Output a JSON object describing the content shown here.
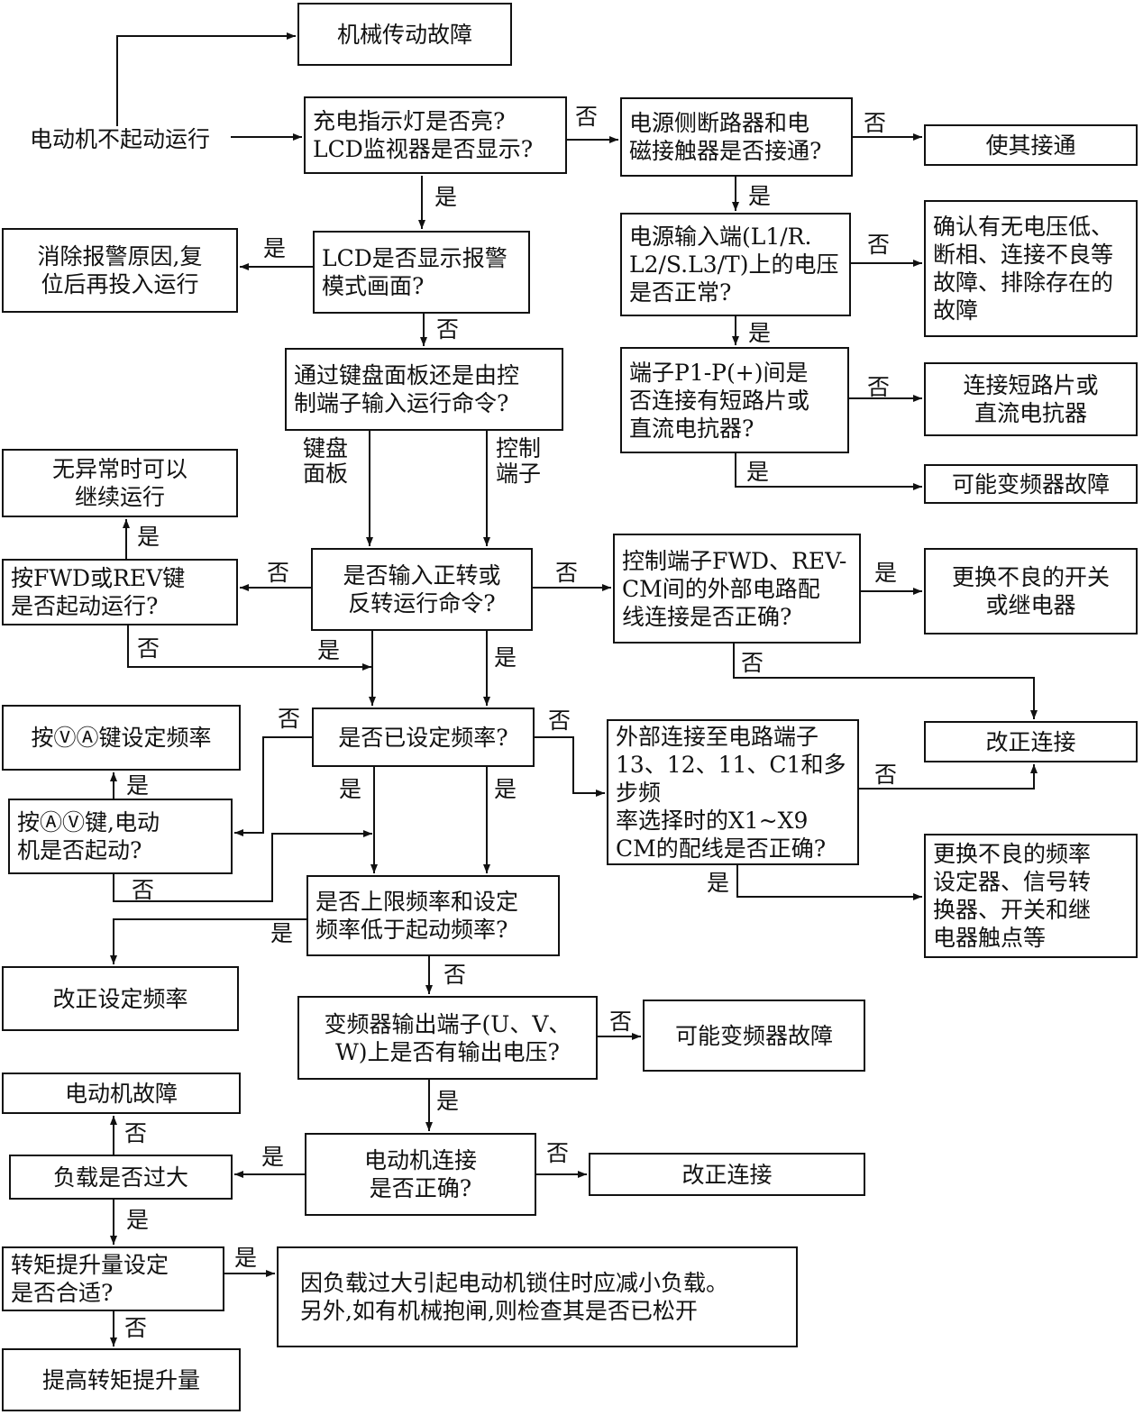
{
  "nodes": {
    "mech_fault": "机械传动故障",
    "start": "电动机不起动运行",
    "q_charge": "充电指示灯是否亮?\nLCD监视器是否显示?",
    "q_breaker": "电源侧断路器和电\n磁接触器是否接通?",
    "make_connect": "使其接通",
    "q_voltage": "电源输入端(L1/R.\nL2/S.L3/T)上的电压\n是否正常?",
    "confirm_voltage": "确认有无电压低、\n断相、连接不良等\n故障、排除存在的\n故障",
    "q_p1": "端子P1-P(+)间是\n否连接有短路片或\n直流电抗器?",
    "connect_short": "连接短路片或\n直流电抗器",
    "inverter_fault1": "可能变频器故障",
    "q_alarm": "LCD是否显示报警\n模式画面?",
    "clear_alarm": "消除报警原因,复\n位后再投入运行",
    "q_source": "通过键盘面板还是由控\n制端子输入运行命令?",
    "continue_run": "无异常时可以\n继续运行",
    "q_fwd_key": "按FWD或REV键\n是否起动运行?",
    "q_fwd_cmd": "是否输入正转或\n反转运行命令?",
    "q_fwd_wiring": "控制端子FWD、REV-\nCM间的外部电路配\n线连接是否正确?",
    "replace_switch": "更换不良的开关\n或继电器",
    "fix_conn1": "改正连接",
    "key_set_freq": "按ⓋⒶ键设定频率",
    "q_freq_set": "是否已设定频率?",
    "q_ext_wiring": "外部连接至电路端子\n13、12、11、C1和多步频\n率选择时的X1~X9\nCM的配线是否正确?",
    "q_key_start": "按ⒶⓋ键,电动\n机是否起动?",
    "replace_freq": "更换不良的频率\n设定器、信号转\n换器、开关和继\n电器触点等",
    "q_upper_freq": "是否上限频率和设定\n频率低于起动频率?",
    "fix_freq": "改正设定频率",
    "q_output": "变频器输出端子(U、V、\nW)上是否有输出电压?",
    "inverter_fault2": "可能变频器故障",
    "motor_fault": "电动机故障",
    "q_overload": "负载是否过大",
    "q_motor_conn": "电动机连接\n是否正确?",
    "fix_conn2": "改正连接",
    "q_torque": "转矩提升量设定\n是否合适?",
    "reduce_load": "因负载过大引起电动机锁住时应减小负载。\n另外,如有机械抱闸,则检查其是否已松开",
    "raise_torque": "提高转矩提升量"
  },
  "labels": {
    "l_no_charge": "否",
    "l_no_breaker": "否",
    "l_yes_charge": "是",
    "l_yes_breaker": "是",
    "l_no_voltage": "否",
    "l_yes_voltage": "是",
    "l_no_p1": "否",
    "l_yes_p1": "是",
    "l_yes_alarm": "是",
    "l_no_alarm": "否",
    "l_keypad": "键盘\n面板",
    "l_terminal": "控制\n端子",
    "l_yes_fwdkey": "是",
    "l_no_fwdcmd": "否",
    "l_no_fwdcmd2": "否",
    "l_yes_fwdwire": "是",
    "l_no_fwdwire": "否",
    "l_no_fwdkey": "否",
    "l_yes_fwdcmd_a": "是",
    "l_yes_fwdcmd_b": "是",
    "l_no_freqset": "否",
    "l_no_freqset2": "否",
    "l_yes_keystart": "是",
    "l_yes_freqset_a": "是",
    "l_yes_freqset_b": "是",
    "l_no_extwire": "否",
    "l_yes_extwire": "是",
    "l_no_keystart": "否",
    "l_yes_upper": "是",
    "l_no_upper": "否",
    "l_no_output": "否",
    "l_yes_output": "是",
    "l_no_overload": "否",
    "l_yes_overload": "是",
    "l_no_motorconn": "否",
    "l_yes_overload2": "是",
    "l_yes_torque": "是",
    "l_no_torque": "否"
  }
}
